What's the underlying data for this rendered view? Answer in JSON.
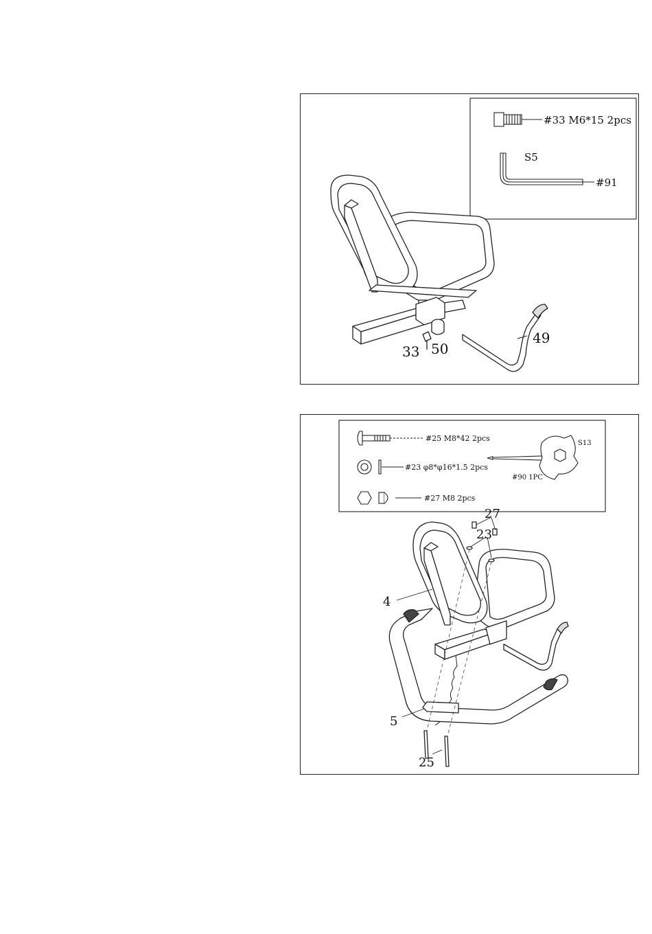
{
  "step1": {
    "hardware": {
      "bolt_label": "#33 M6*15 2pcs",
      "wrench_size": "S5",
      "wrench_label": "#91"
    },
    "callouts": {
      "bolt": "33",
      "sleeve": "50",
      "handle": "49"
    }
  },
  "step2": {
    "hardware": {
      "carriage_bolt_label": "#25 M8*42 2pcs",
      "washer_label": "#23 φ8*φ16*1.5 2pcs",
      "nut_label": "#27 M8 2pcs",
      "tool_size": "S13",
      "tool_label": "#90 1PC"
    },
    "callouts": {
      "nut": "27",
      "washer": "23",
      "seat_frame": "4",
      "handlebar": "5",
      "bolt": "25"
    }
  }
}
